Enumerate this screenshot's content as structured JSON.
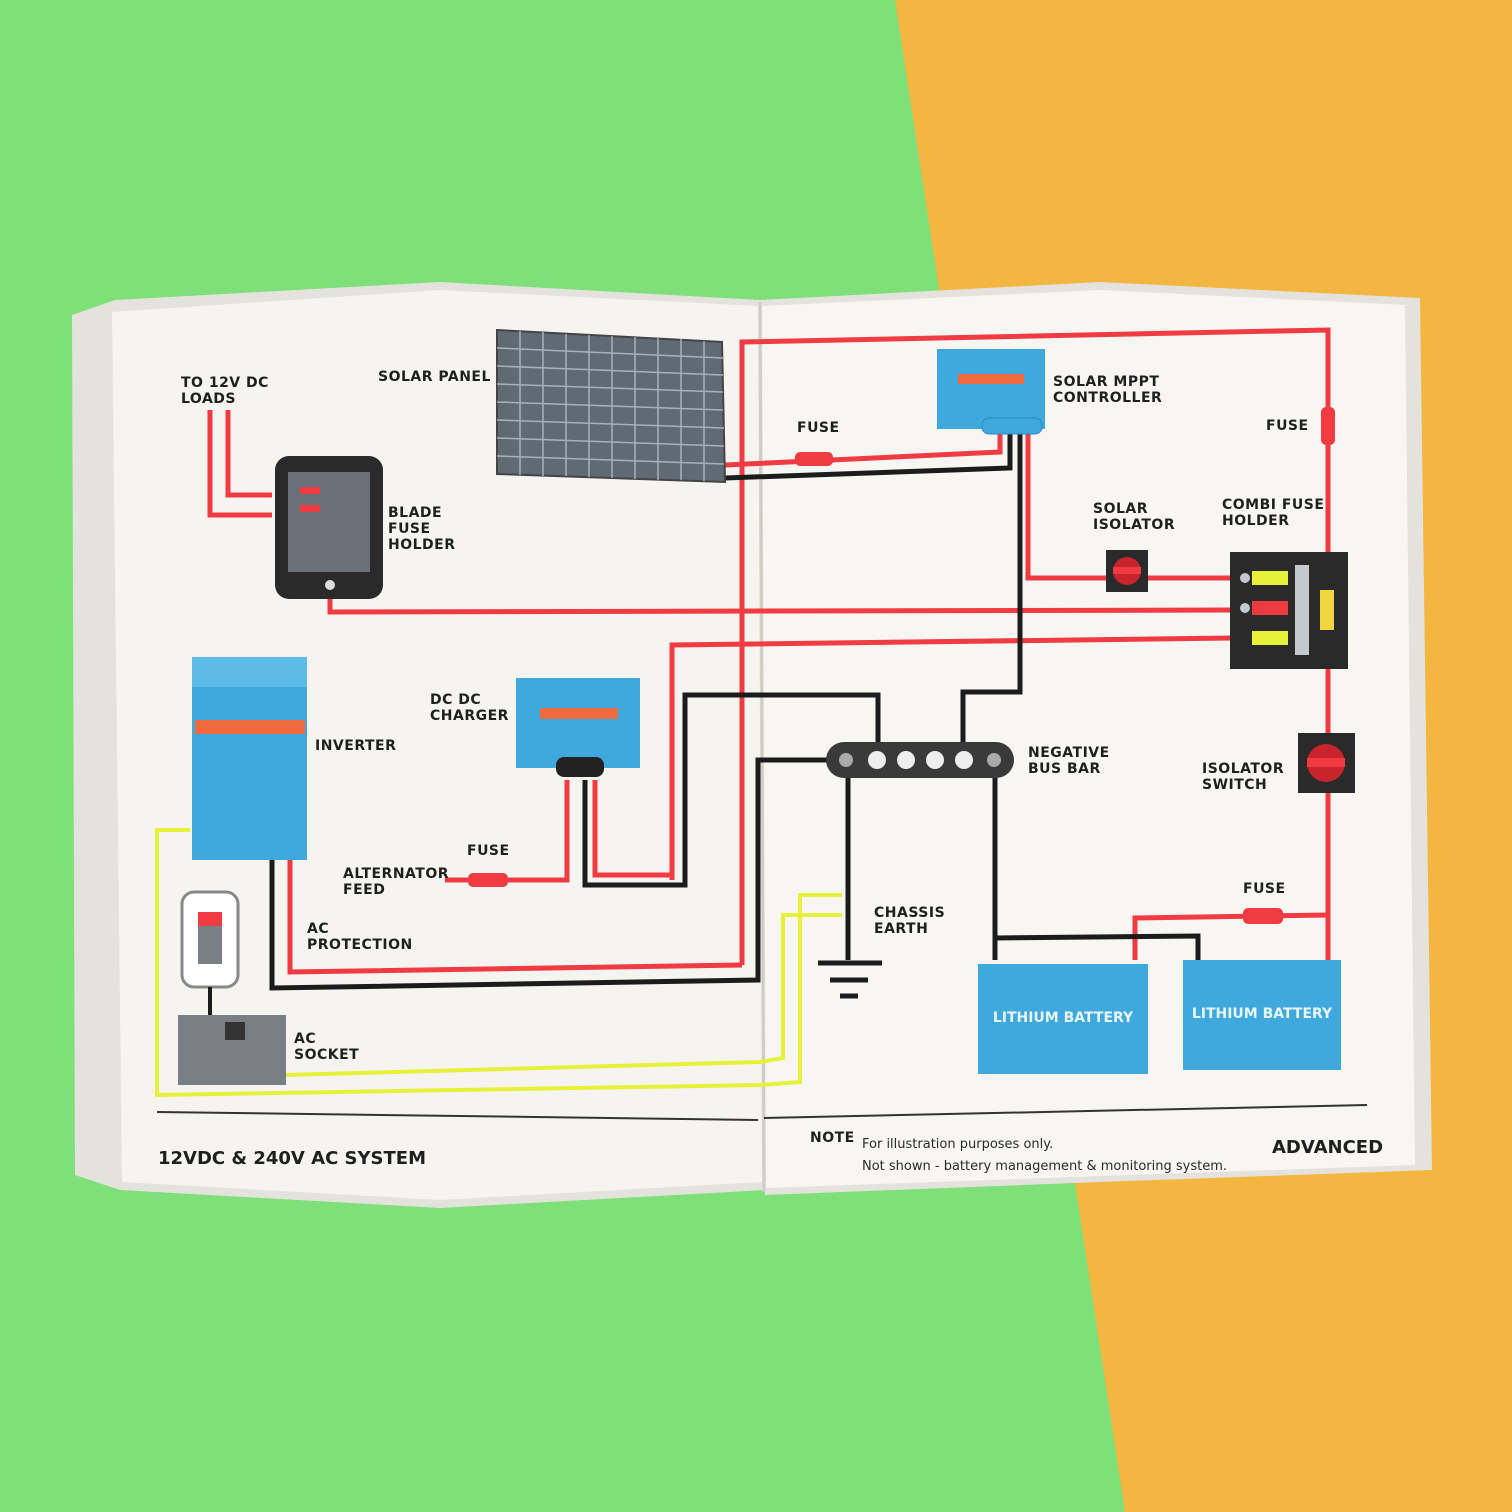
{
  "left_page": {
    "dc_loads_label": [
      "TO 12V DC",
      "LOADS"
    ],
    "solar_panel_label": "SOLAR PANEL",
    "blade_fuse_label": [
      "BLADE",
      "FUSE",
      "HOLDER"
    ],
    "inverter_label": "INVERTER",
    "dcdc_label": [
      "DC DC",
      "CHARGER"
    ],
    "fuse_label": "FUSE",
    "alternator_label": [
      "ALTERNATOR",
      "FEED"
    ],
    "ac_protection_label": [
      "AC",
      "PROTECTION"
    ],
    "ac_socket_label": [
      "AC",
      "SOCKET"
    ],
    "footer_title": "12VDC & 240V AC SYSTEM"
  },
  "right_page": {
    "fuse_top_left": "FUSE",
    "fuse_top_right": "FUSE",
    "mppt_label": [
      "SOLAR MPPT",
      "CONTROLLER"
    ],
    "solar_isolator_label": [
      "SOLAR",
      "ISOLATOR"
    ],
    "combi_label": [
      "COMBI FUSE",
      "HOLDER"
    ],
    "bus_bar_label": [
      "NEGATIVE",
      "BUS BAR"
    ],
    "isolator_switch_label": [
      "ISOLATOR",
      "SWITCH"
    ],
    "chassis_label": [
      "CHASSIS",
      "EARTH"
    ],
    "fuse_battery": "FUSE",
    "battery_1": "LITHIUM BATTERY",
    "battery_2": "LITHIUM BATTERY",
    "note_heading": "NOTE",
    "note_lines": [
      "For illustration purposes only.",
      "Not shown - battery management & monitoring system."
    ],
    "level": "ADVANCED"
  },
  "colors": {
    "positive": "#ef3b41",
    "negative": "#1c1c1c",
    "ac": "#e6f23a",
    "device": "#3fa9de"
  }
}
